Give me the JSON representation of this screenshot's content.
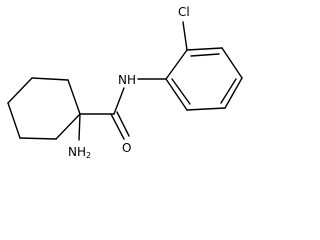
{
  "molecule": {
    "labels": {
      "chlorine": "Cl",
      "amide_nitrogen": "NH",
      "amide_oxygen": "O",
      "amine_n": "NH",
      "amine_subscript": "2"
    },
    "colors": {
      "bond": "#000000",
      "text": "#000000",
      "background": "#ffffff"
    }
  }
}
